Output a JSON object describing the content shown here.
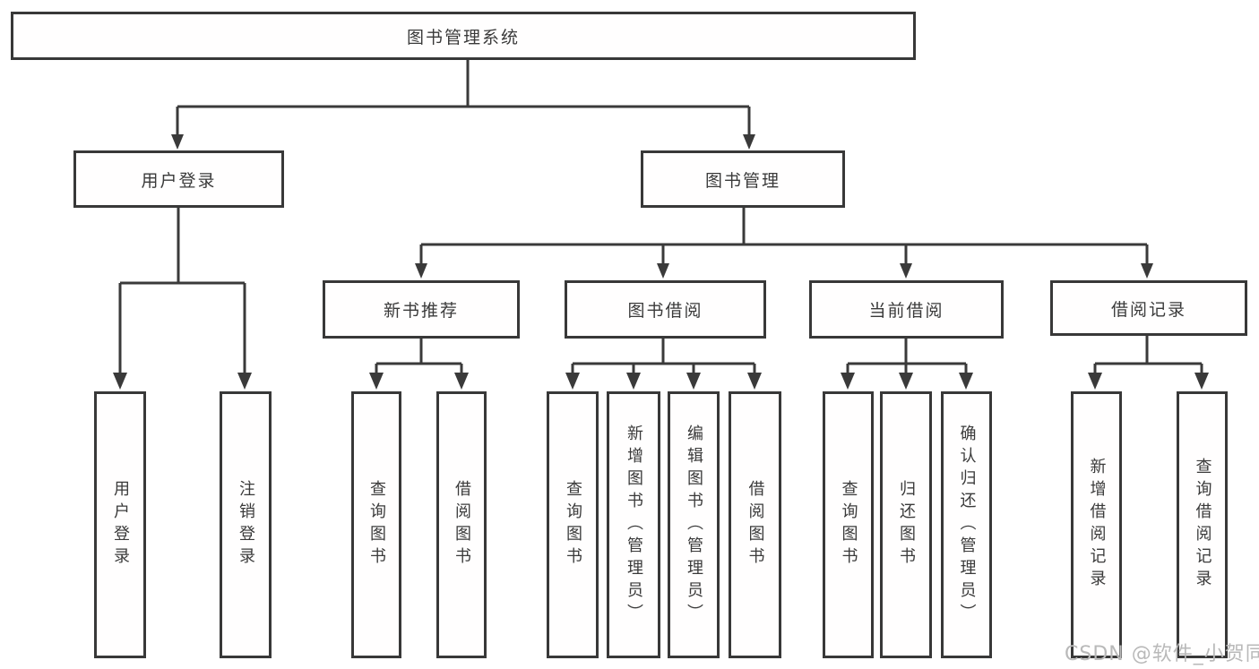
{
  "diagram": {
    "root": {
      "label": "图书管理系统"
    },
    "level2": [
      {
        "label": "用户登录",
        "children": [
          {
            "label": "用户登录"
          },
          {
            "label": "注销登录"
          }
        ]
      },
      {
        "label": "图书管理",
        "children": [
          {
            "label": "新书推荐",
            "children": [
              {
                "label": "查询图书"
              },
              {
                "label": "借阅图书"
              }
            ]
          },
          {
            "label": "图书借阅",
            "children": [
              {
                "label": "查询图书"
              },
              {
                "label": "新增图书（管理员）"
              },
              {
                "label": "编辑图书（管理员）"
              },
              {
                "label": "借阅图书"
              }
            ]
          },
          {
            "label": "当前借阅",
            "children": [
              {
                "label": "查询图书"
              },
              {
                "label": "归还图书"
              },
              {
                "label": "确认归还（管理员）"
              }
            ]
          },
          {
            "label": "借阅记录",
            "children": [
              {
                "label": "新增借阅记录"
              },
              {
                "label": "查询借阅记录"
              }
            ]
          }
        ]
      }
    ]
  },
  "watermark": {
    "text": "CSDN @软件_小贺同学"
  },
  "colors": {
    "line": "#3a3a3a",
    "border": "#383838",
    "text": "#3a3a3a",
    "watermark": "#b9b9b9",
    "background": "#ffffff"
  }
}
